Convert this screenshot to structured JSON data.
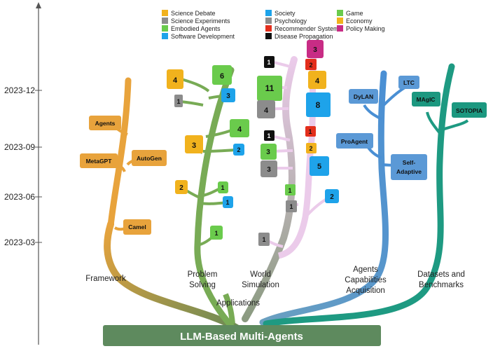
{
  "diagram": {
    "root_label": "LLM-Based Multi-Agents",
    "center_label": "Applications",
    "y_ticks": [
      "2023-03",
      "2023-06",
      "2023-09",
      "2023-12"
    ],
    "branches": [
      {
        "name": "Framework",
        "color": "#E8A33C"
      },
      {
        "name": "Problem Solving",
        "lines": [
          "Problem",
          "Solving"
        ],
        "color": "#78AB55"
      },
      {
        "name": "World Simulation",
        "lines": [
          "World",
          "Simulation"
        ],
        "color": "#EBCBEA"
      },
      {
        "name": "Agents Capabilities Acquisition",
        "lines": [
          "Agents",
          "Capabilities",
          "Acquisition"
        ],
        "color": "#4A8FD4"
      },
      {
        "name": "Datasets and Benchmarks",
        "lines": [
          "Datasets and",
          "Benchmarks"
        ],
        "color": "#1E9A82"
      }
    ],
    "legend": [
      {
        "label": "Science Debate",
        "color": "#F1B21D"
      },
      {
        "label": "Science Experiments",
        "color": "#8C8C8C"
      },
      {
        "label": "Embodied Agents",
        "color": "#6ACB4C"
      },
      {
        "label": "Software Development",
        "color": "#1EA3EA"
      },
      {
        "label": "Society",
        "color": "#1EA3EA"
      },
      {
        "label": "Psychology",
        "color": "#8C8C8C"
      },
      {
        "label": "Recommender System",
        "color": "#E32E1C"
      },
      {
        "label": "Disease Propagation",
        "color": "#111111"
      },
      {
        "label": "Game",
        "color": "#6ACB4C"
      },
      {
        "label": "Economy",
        "color": "#F1B21D"
      },
      {
        "label": "Policy Making",
        "color": "#C82C85"
      }
    ],
    "framework_boxes": [
      "Agents",
      "MetaGPT",
      "AutoGen",
      "Camel"
    ],
    "capability_boxes": [
      "DyLAN",
      "LTC",
      "ProAgent",
      "Self-Adaptive"
    ],
    "capability_self_adaptive_lines": [
      "Self-",
      "Adaptive"
    ],
    "benchmark_boxes": [
      "MAgIC",
      "SOTOPIA"
    ],
    "problem_solving_counts": [
      {
        "category": "Science Debate",
        "value": "4"
      },
      {
        "category": "Embodied Agents",
        "value": "6"
      },
      {
        "category": "Science Experiments",
        "value": "1"
      },
      {
        "category": "Software Development",
        "value": "3"
      },
      {
        "category": "Embodied Agents",
        "value": "4"
      },
      {
        "category": "Science Debate",
        "value": "3"
      },
      {
        "category": "Software Development",
        "value": "2"
      },
      {
        "category": "Science Debate",
        "value": "2"
      },
      {
        "category": "Embodied Agents",
        "value": "1"
      },
      {
        "category": "Software Development",
        "value": "1"
      },
      {
        "category": "Embodied Agents",
        "value": "1"
      }
    ],
    "world_simulation_counts": [
      {
        "category": "Policy Making",
        "value": "3"
      },
      {
        "category": "Disease Propagation",
        "value": "1"
      },
      {
        "category": "Recommender System",
        "value": "2"
      },
      {
        "category": "Game",
        "value": "11"
      },
      {
        "category": "Economy",
        "value": "4"
      },
      {
        "category": "Psychology",
        "value": "4"
      },
      {
        "category": "Society",
        "value": "8"
      },
      {
        "category": "Disease Propagation",
        "value": "1"
      },
      {
        "category": "Recommender System",
        "value": "1"
      },
      {
        "category": "Game",
        "value": "3"
      },
      {
        "category": "Economy",
        "value": "2"
      },
      {
        "category": "Psychology",
        "value": "3"
      },
      {
        "category": "Society",
        "value": "5"
      },
      {
        "category": "Game",
        "value": "1"
      },
      {
        "category": "Psychology",
        "value": "1"
      },
      {
        "category": "Society",
        "value": "2"
      },
      {
        "category": "Psychology",
        "value": "1"
      }
    ]
  }
}
